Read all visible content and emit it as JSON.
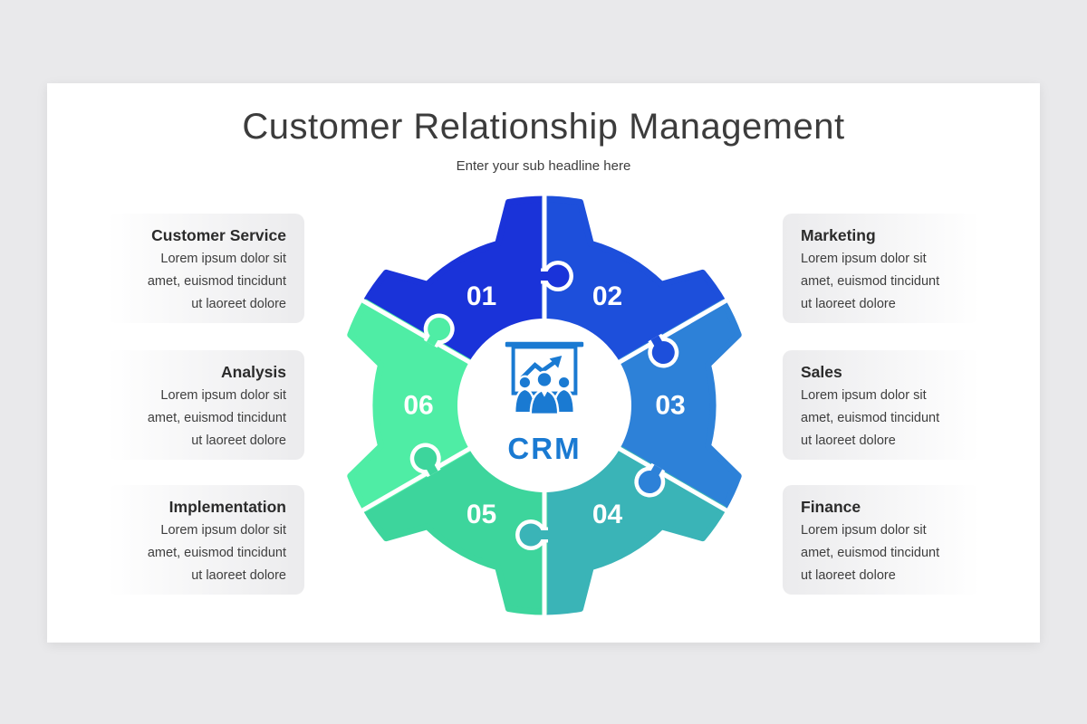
{
  "colors": {
    "page_background": "#e9e9eb",
    "slide_background": "#ffffff",
    "title_text": "#3c3c3c",
    "card_gradient_gray": "#ebebed",
    "segment_number_text": "#ffffff"
  },
  "header": {
    "title": "Customer Relationship Management",
    "subtitle": "Enter your sub headline here"
  },
  "diagram": {
    "center_label": "CRM",
    "center_color": "#1a7ad2",
    "segments": [
      {
        "number": "01",
        "color": "#1a33d9"
      },
      {
        "number": "02",
        "color": "#1d4fdb"
      },
      {
        "number": "03",
        "color": "#2d81d8"
      },
      {
        "number": "04",
        "color": "#3ab4b7"
      },
      {
        "number": "05",
        "color": "#3dd59c"
      },
      {
        "number": "06",
        "color": "#4feda5"
      }
    ]
  },
  "cards": {
    "left": [
      {
        "title": "Customer Service",
        "body": "Lorem ipsum dolor sit\namet, euismod tincidunt\nut laoreet dolore"
      },
      {
        "title": "Analysis",
        "body": "Lorem ipsum dolor sit\namet, euismod tincidunt\nut laoreet dolore"
      },
      {
        "title": "Implementation",
        "body": "Lorem ipsum dolor sit\namet, euismod tincidunt\nut laoreet dolore"
      }
    ],
    "right": [
      {
        "title": "Marketing",
        "body": "Lorem ipsum dolor sit\namet, euismod tincidunt\nut laoreet dolore"
      },
      {
        "title": "Sales",
        "body": "Lorem ipsum dolor sit\namet, euismod tincidunt\nut laoreet dolore"
      },
      {
        "title": "Finance",
        "body": "Lorem ipsum dolor sit\namet, euismod tincidunt\nut laoreet dolore"
      }
    ]
  }
}
